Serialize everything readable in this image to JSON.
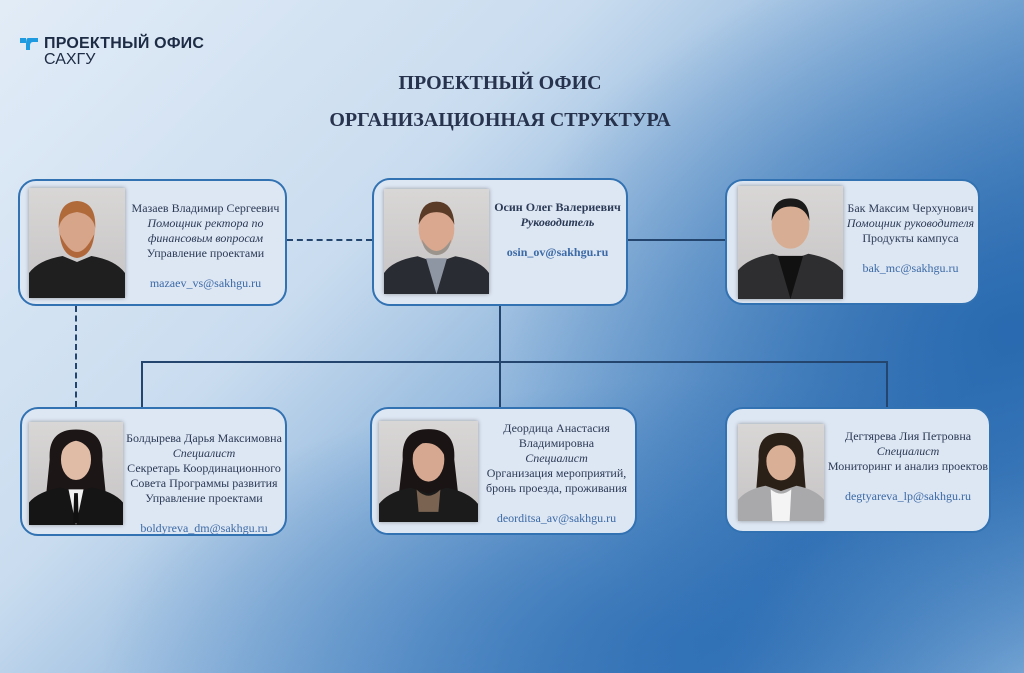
{
  "logo": {
    "line1": "ПРОЕКТНЫЙ ОФИС",
    "line2": "САХГУ",
    "accent": "#1e9be0"
  },
  "title": {
    "line1": "ПРОЕКТНЫЙ ОФИС",
    "line2": "ОРГАНИЗАЦИОННАЯ СТРУКТУРА"
  },
  "people": [
    {
      "name": "Мазаев Владимир Сергеевич",
      "role": [
        "Помощник ректора по",
        "финансовым вопросам"
      ],
      "duties": [
        "Управление проектами"
      ],
      "email": "mazaev_vs@sakhgu.ru"
    },
    {
      "name": "Осин Олег Валериевич",
      "role": [
        "Руководитель"
      ],
      "duties": [],
      "email": "osin_ov@sakhgu.ru"
    },
    {
      "name": "Бак Максим Черхунович",
      "role": [
        "Помощник руководителя"
      ],
      "duties": [
        "Продукты кампуса"
      ],
      "email": "bak_mc@sakhgu.ru"
    },
    {
      "name": "Болдырева Дарья Максимовна",
      "role": [
        "Специалист"
      ],
      "duties": [
        "Секретарь Координационного",
        "Совета Программы развития",
        "Управление проектами"
      ],
      "email": "boldyreva_dm@sakhgu.ru"
    },
    {
      "name": "Деордица Анастасия Владимировна",
      "name_lines": [
        "Деордица Анастасия",
        "Владимировна"
      ],
      "role": [
        "Специалист"
      ],
      "duties": [
        "Организация мероприятий,",
        "бронь проезда, проживания"
      ],
      "email": "deorditsa_av@sakhgu.ru"
    },
    {
      "name": "Дегтярева Лия Петровна",
      "role": [
        "Специалист"
      ],
      "duties": [
        "Мониторинг и анализ проектов"
      ],
      "email": "degtyareva_lp@sakhgu.ru"
    }
  ]
}
